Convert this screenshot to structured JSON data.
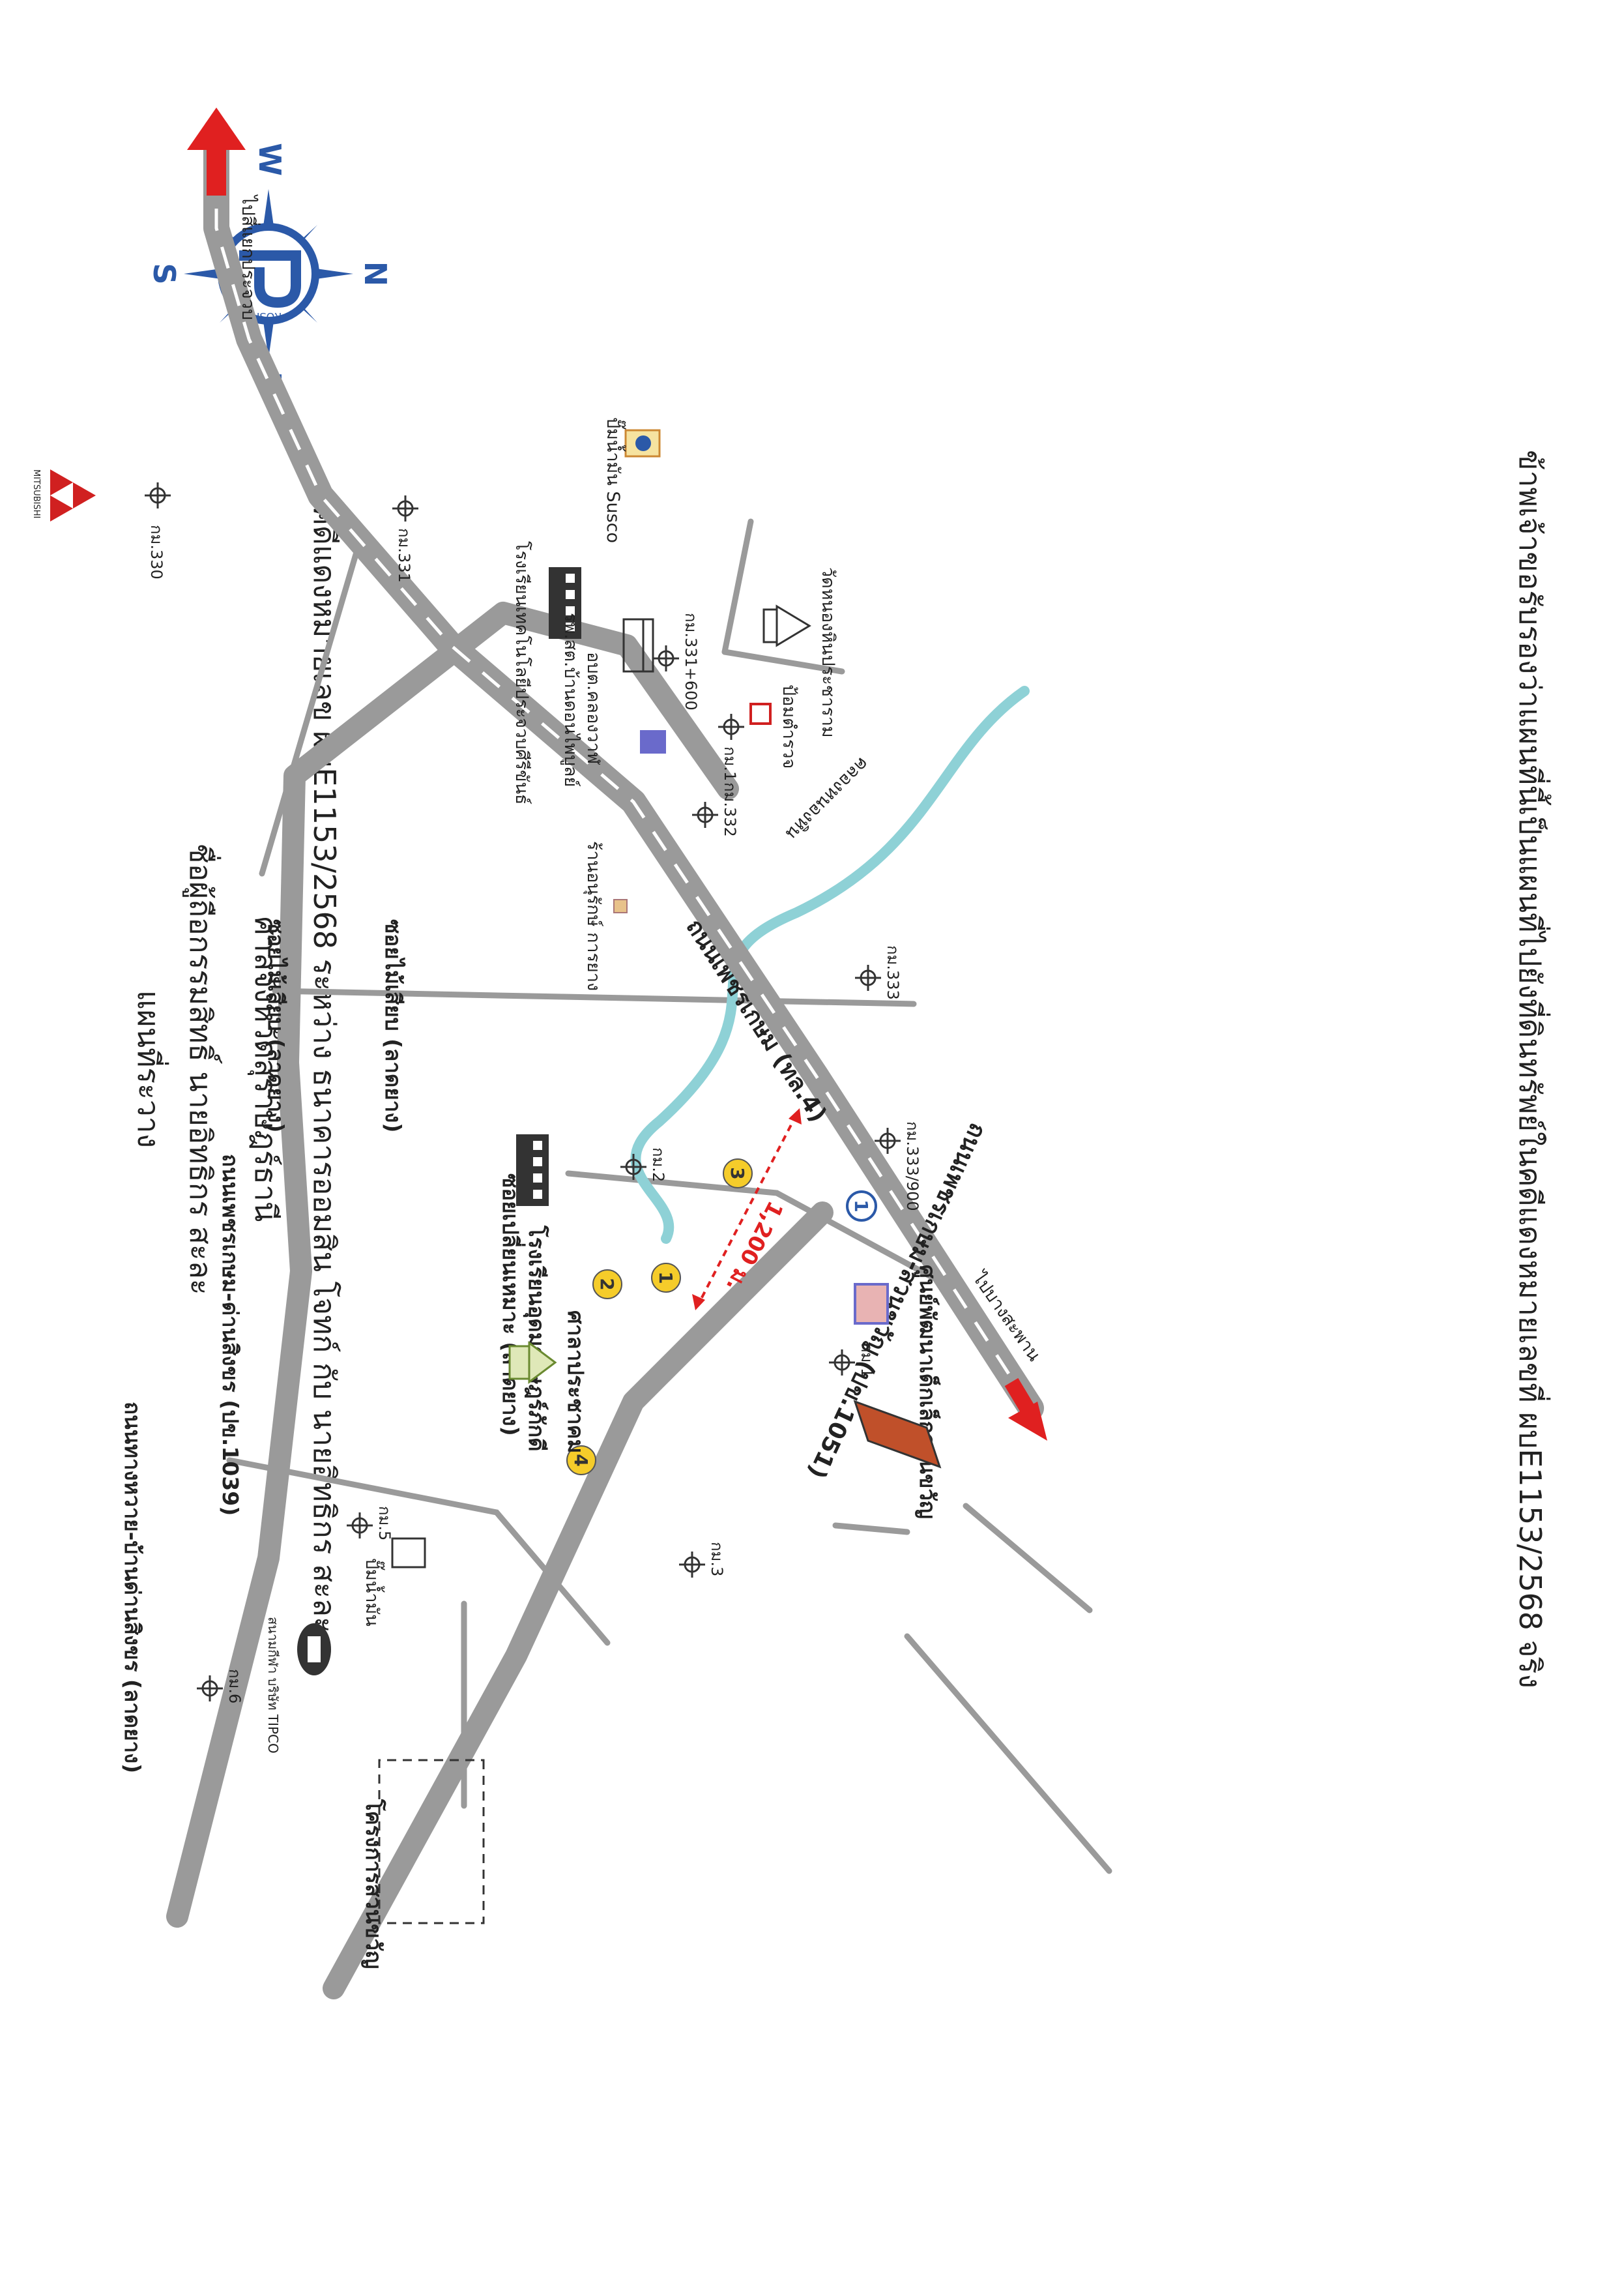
{
  "header": {
    "title": "แผนที่ระวาง",
    "debtor": "ชื่อผู้ถือกรรมสิทธิ์ นายอิทธิกร สะละ",
    "court": "ศาลจังหวัดสุราษฎร์ธานี",
    "case": "คดีแดงหมายเลข ผบE1153/2568 ระหว่าง ธนาคารออมสิน โจทก์ กับ นายอิทธิกร สะละ"
  },
  "certification": "ข้าพเจ้าขอรับรองว่าแผนที่นี้เป็นแผนที่ไปยังที่ดินทรัพย์ในคดีแดงหมายเลขที่ ผบE1153/2568 จริง",
  "compass": {
    "N": "N",
    "E": "E",
    "S": "S",
    "W": "W",
    "logo": "PROSPEC",
    "color": "#2b59a8"
  },
  "colors": {
    "road": "#9a9a9a",
    "canal": "#8ed1d6",
    "arrow": "#e02020",
    "plot": "#c0502a",
    "marker": "#f5cc2a",
    "compass": "#2b59a8"
  },
  "roads": {
    "highway": "ถนนเพชรเกษม (ทล.4)",
    "route1051": "ถนนเพชรเกษม-สวนขวัญ (ปข.1051)",
    "route1039": "ถนนเพชรเกษม-ด่านสิงขร (ปข.1039)",
    "huay_road": "ถนนทางหวาย-บ้านด่านสิงขร (ลาดยาง)",
    "soi_mai_sea_1": "ซอยไม้เสียบ (ลาดยาง)",
    "soi_mai_sea_2": "ซอยไม้เสียบ (ลาดยาง)",
    "soi_change": "ซอยเปลี่ยนเหมาะ (ลาดยาง)",
    "canal": "คลองหนองหิน"
  },
  "directions": {
    "north_to": "ไปสี่แยกประจวบ",
    "south_to": "ไปบางสะพาน",
    "distance": "1,200 ม."
  },
  "km_posts": [
    "กม.330",
    "กม.331",
    "กม.331+600",
    "กม.332",
    "กม.333",
    "กม.333/900",
    "กม.1",
    "กม.2",
    "กม.3",
    "กม.5",
    "กม.6",
    "กม.1"
  ],
  "landmarks": {
    "susco": "ปั๊มน้ำมัน Susco",
    "mitsubishi": "MITSUBISHI",
    "school_tech": "โรงเรียนเทคโนโลยีประจวบศีรีขันธ์",
    "sao": "อบต.คลองวาฬ",
    "hospital": "รพ.สต.บ้านดอนไพบูลย์",
    "wat": "วัดหนองหินประชาราม",
    "police": "ป้อมตำรวจ",
    "school_udom": "โรงเรียนอุดมราษฎร์ภักดี",
    "sala": "ศาลาประชาคม",
    "gas_station": "ปั๊มน้ำมัน",
    "tipco": "สนามกีฬา บริษัท TIPCO",
    "shop": "ร้านอนุรักษ์ การยาง",
    "childcare": "ศูนย์พัฒนาเด็กเล็กสวนขวัญ",
    "project": "โครงการสวนขวัญ"
  },
  "markers": [
    "1",
    "2",
    "3",
    "4",
    "1"
  ]
}
